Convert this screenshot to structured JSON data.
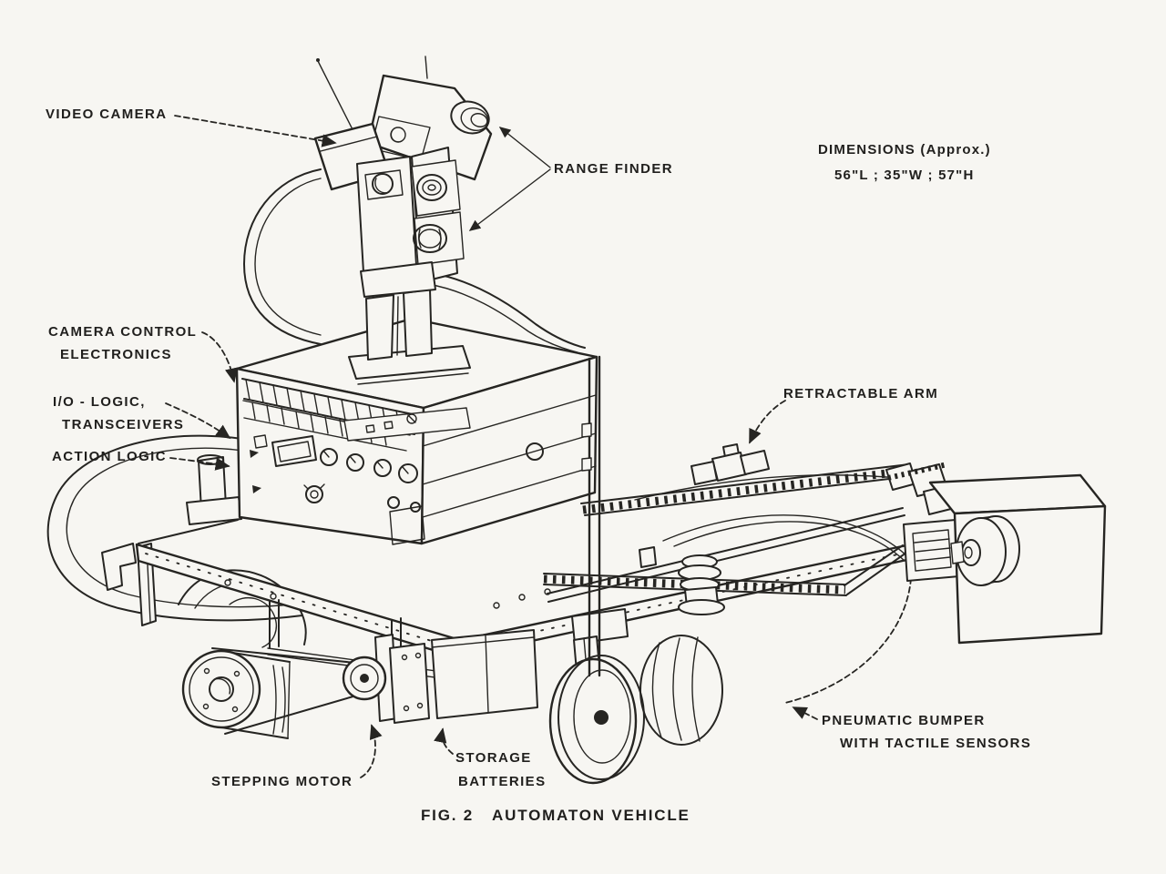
{
  "window": {
    "background_color": "#f7f6f2",
    "ink_color": "#262522"
  },
  "figure_caption": {
    "fig": "FIG. 2",
    "title": "AUTOMATON VEHICLE"
  },
  "dimensions_note": {
    "line1": "DIMENSIONS (Approx.)",
    "line2": "56\"L ; 35\"W ; 57\"H"
  },
  "labels": {
    "video_camera": "VIDEO CAMERA",
    "range_finder": "RANGE FINDER",
    "camera_control_line1": "CAMERA CONTROL",
    "camera_control_line2": "ELECTRONICS",
    "io_logic_line1": "I/O - LOGIC,",
    "io_logic_line2": "TRANSCEIVERS",
    "action_logic": "ACTION LOGIC",
    "retractable_arm": "RETRACTABLE ARM",
    "pneumatic_bumper_line1": "PNEUMATIC BUMPER",
    "pneumatic_bumper_line2": "WITH TACTILE SENSORS",
    "storage_batteries_line1": "STORAGE",
    "storage_batteries_line2": "BATTERIES",
    "stepping_motor": "STEPPING MOTOR"
  }
}
